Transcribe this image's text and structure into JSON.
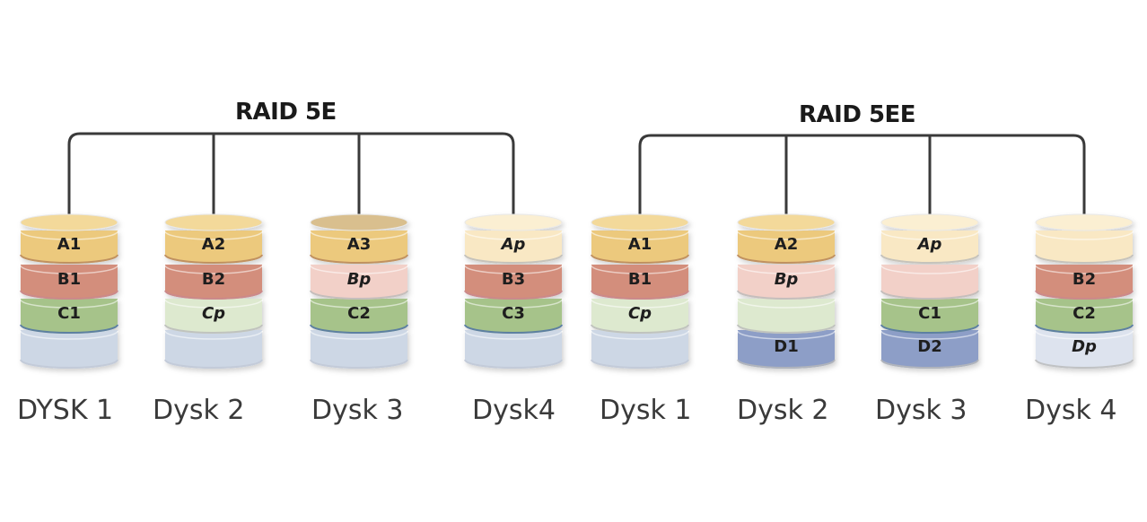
{
  "colors": {
    "A": {
      "top": "#f3d99a",
      "body": "#ecc97d",
      "sep": "#b5835a"
    },
    "B": {
      "top": "#e4a89a",
      "body": "#d38e7b",
      "sep": "#c9888e"
    },
    "C": {
      "top": "#bcd6a4",
      "body": "#a6c38a",
      "sep": "#4b6fa6"
    },
    "D": {
      "top": "#d3ddeb",
      "body": "#cdd7e5",
      "sep": "#c0c8d6"
    },
    "D_data": {
      "body": "#8d9ec7",
      "top": "#a7b4d3"
    },
    "Ap": {
      "top": "#fbefd2",
      "body": "#f9e8c4"
    },
    "Bp": {
      "top": "#f5d8d2",
      "body": "#f2d0c8"
    },
    "Cp": {
      "top": "#e6f0dc",
      "body": "#dde9cf"
    },
    "Dp": {
      "top": "#e6ebf3",
      "body": "#dde3ee"
    },
    "A3_top": "#d9bf8e",
    "connector": "#3a3a3a",
    "label_text": "#1e1e1e"
  },
  "groups": [
    {
      "title": "RAID 5E",
      "disks": [
        {
          "caption": "DYSK 1",
          "segments": [
            {
              "label": "A1",
              "type": "A"
            },
            {
              "label": "B1",
              "type": "B"
            },
            {
              "label": "C1",
              "type": "C"
            },
            {
              "label": "",
              "type": "D"
            }
          ]
        },
        {
          "caption": "Dysk 2",
          "segments": [
            {
              "label": "A2",
              "type": "A"
            },
            {
              "label": "B2",
              "type": "B"
            },
            {
              "label": "Cp",
              "type": "Cp"
            },
            {
              "label": "",
              "type": "D"
            }
          ]
        },
        {
          "caption": "Dysk 3",
          "segments": [
            {
              "label": "A3",
              "type": "A"
            },
            {
              "label": "Bp",
              "type": "Bp"
            },
            {
              "label": "C2",
              "type": "C"
            },
            {
              "label": "",
              "type": "D"
            }
          ]
        },
        {
          "caption": "Dysk4",
          "segments": [
            {
              "label": "Ap",
              "type": "Ap"
            },
            {
              "label": "B3",
              "type": "B"
            },
            {
              "label": "C3",
              "type": "C"
            },
            {
              "label": "",
              "type": "D"
            }
          ]
        }
      ]
    },
    {
      "title": "RAID 5EE",
      "disks": [
        {
          "caption": "Dysk 1",
          "segments": [
            {
              "label": "A1",
              "type": "A"
            },
            {
              "label": "B1",
              "type": "B"
            },
            {
              "label": "Cp",
              "type": "Cp"
            },
            {
              "label": "",
              "type": "D"
            }
          ]
        },
        {
          "caption": "Dysk 2",
          "segments": [
            {
              "label": "A2",
              "type": "A"
            },
            {
              "label": "Bp",
              "type": "Bp"
            },
            {
              "label": "",
              "type": "Cp"
            },
            {
              "label": "D1",
              "type": "D_data"
            }
          ]
        },
        {
          "caption": "Dysk 3",
          "segments": [
            {
              "label": "Ap",
              "type": "Ap"
            },
            {
              "label": "",
              "type": "Bp"
            },
            {
              "label": "C1",
              "type": "C"
            },
            {
              "label": "D2",
              "type": "D_data"
            }
          ]
        },
        {
          "caption": "Dysk 4",
          "segments": [
            {
              "label": "",
              "type": "Ap"
            },
            {
              "label": "B2",
              "type": "B"
            },
            {
              "label": "C2",
              "type": "C"
            },
            {
              "label": "Dp",
              "type": "Dp"
            }
          ]
        }
      ]
    }
  ]
}
